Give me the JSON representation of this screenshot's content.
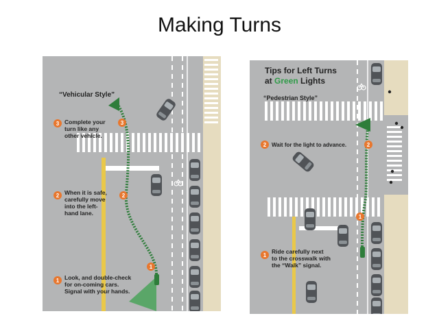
{
  "title": "Making Turns",
  "left": {
    "style_label": "“Vehicular Style”",
    "steps": [
      {
        "num": "3",
        "lines": [
          "Complete your",
          "turn like any",
          "other vehicle."
        ]
      },
      {
        "num": "2",
        "lines": [
          "When it is safe,",
          "carefully move",
          "into the left-",
          "hand lane."
        ]
      },
      {
        "num": "1",
        "lines": [
          "Look, and double-check",
          "for on-coming cars.",
          "Signal with your hands."
        ]
      }
    ],
    "path_markers": [
      "3",
      "2",
      "1"
    ]
  },
  "right": {
    "heading_line1": "Tips for Left Turns",
    "heading_line2_prefix": "at ",
    "heading_line2_highlight": "Green",
    "heading_line2_suffix": " Lights",
    "style_label": "“Pedestrian Style”",
    "steps": [
      {
        "num": "2",
        "lines": [
          "Wait for the light to advance."
        ]
      },
      {
        "num": "1",
        "lines": [
          "Ride carefully next",
          "to the crosswalk with",
          "the “Walk” signal."
        ]
      }
    ],
    "path_markers": [
      "2",
      "1"
    ]
  },
  "colors": {
    "road": "#b4b5b6",
    "sidewalk": "#e6dcbf",
    "badge": "#e8772e",
    "path_green": "#2e7d3a",
    "lane_yellow": "#e9c84a",
    "car": "#505357"
  }
}
